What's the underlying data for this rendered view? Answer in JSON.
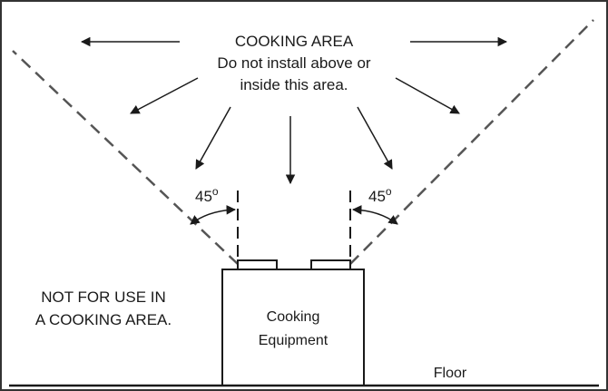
{
  "area_title": "COOKING AREA",
  "area_line_1": "Do not install above or",
  "area_line_2": "inside this area.",
  "angle_left": "45",
  "angle_right": "45",
  "degree_symbol": "o",
  "side_line_1": "NOT FOR USE IN",
  "side_line_2": "A COOKING AREA.",
  "equipment_line_1": "Cooking",
  "equipment_line_2": "Equipment",
  "floor_label": "Floor"
}
